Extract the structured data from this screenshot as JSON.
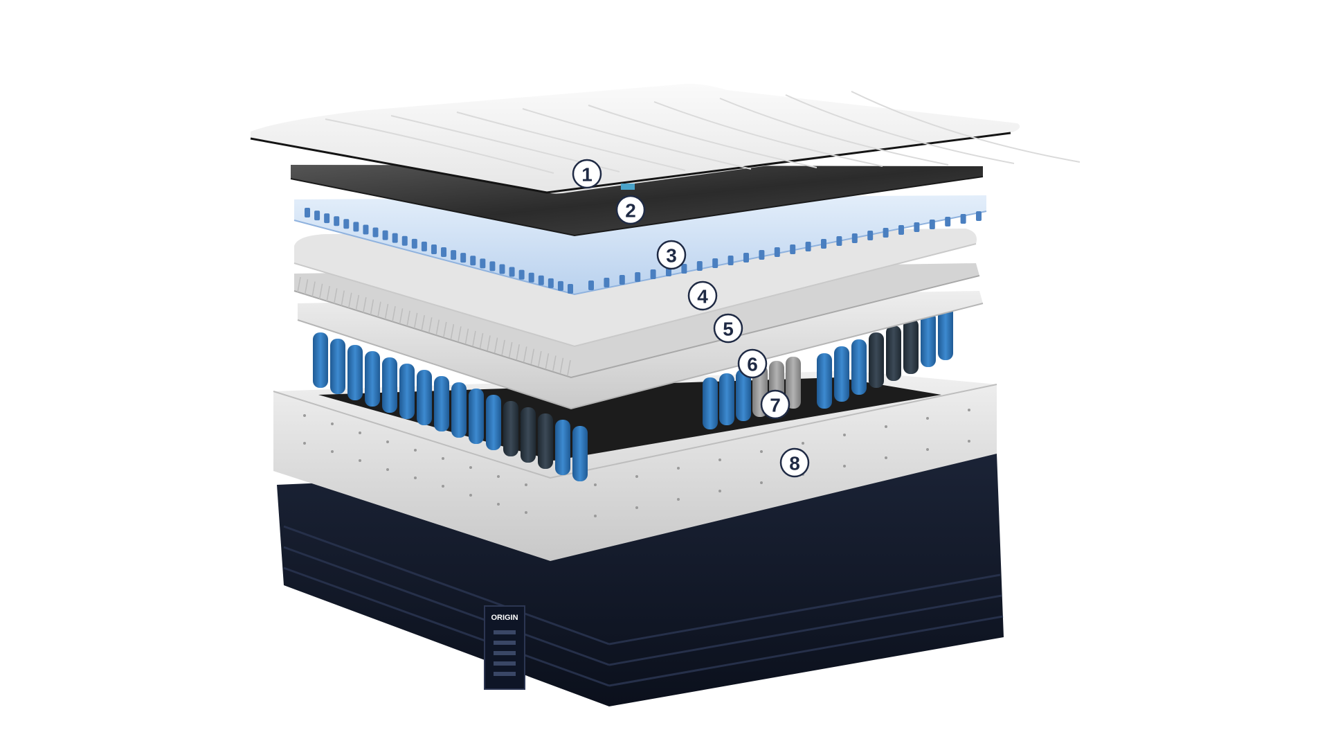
{
  "scene": {
    "subject": "layered-mattress-cutaway",
    "layer_badges": [
      "1",
      "2",
      "3",
      "4",
      "5",
      "6",
      "7",
      "8"
    ],
    "brand_label": "ORIGIN",
    "colors": {
      "badge_outline": "#1f2a44",
      "top_fabric": "#f2f2f2",
      "charcoal_foam": "#3a3a3a",
      "blue_foam": "#cfe0f3",
      "blue_foam_accent": "#4a7fc0",
      "fiber_layer": "#dcdcdc",
      "pocket_springs_blue": "#2f74b5",
      "pocket_springs_dark": "#2e3b47",
      "pocket_springs_grey": "#9a9a9a",
      "border_frame": "#d9d9d9",
      "base": "#131a2a"
    }
  }
}
